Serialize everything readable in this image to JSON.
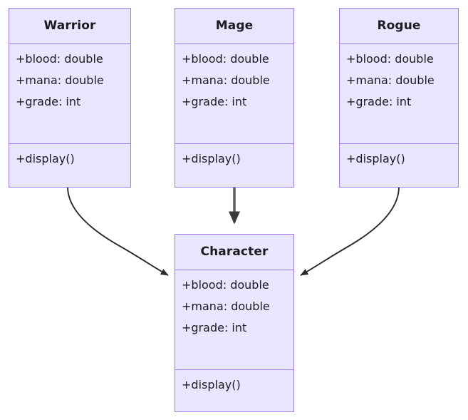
{
  "diagram": {
    "kind": "uml-class-diagram",
    "relationship": "inheritance",
    "background_color": "#ffffff",
    "node_fill_color": "#e8e6fc",
    "node_border_color": "#9f7ce9",
    "text_color": "#1c1b22",
    "edge_color": "#2b2b2b",
    "classes": [
      {
        "id": "warrior",
        "name": "Warrior",
        "attributes": [
          "+blood: double",
          "+mana: double",
          "+grade: int"
        ],
        "methods": [
          "+display()"
        ]
      },
      {
        "id": "mage",
        "name": "Mage",
        "attributes": [
          "+blood: double",
          "+mana: double",
          "+grade: int"
        ],
        "methods": [
          "+display()"
        ]
      },
      {
        "id": "rogue",
        "name": "Rogue",
        "attributes": [
          "+blood: double",
          "+mana: double",
          "+grade: int"
        ],
        "methods": [
          "+display()"
        ]
      },
      {
        "id": "character",
        "name": "Character",
        "attributes": [
          "+blood: double",
          "+mana: double",
          "+grade: int"
        ],
        "methods": [
          "+display()"
        ]
      }
    ],
    "edges": [
      {
        "id": "warrior-to-character",
        "from": "Warrior",
        "to": "Character",
        "arrow": "solid-filled-triangle"
      },
      {
        "id": "mage-to-character",
        "from": "Mage",
        "to": "Character",
        "arrow": "solid-filled-triangle"
      },
      {
        "id": "rogue-to-character",
        "from": "Rogue",
        "to": "Character",
        "arrow": "solid-filled-triangle"
      }
    ]
  }
}
